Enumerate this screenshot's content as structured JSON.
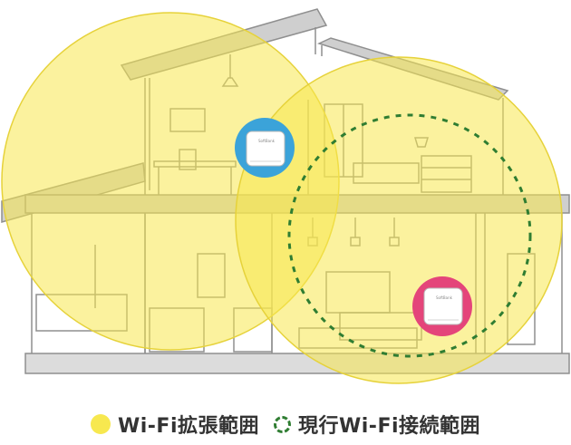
{
  "diagram": {
    "device_blue": {
      "brand": "SoftBank",
      "color": "#3ba3d9",
      "icon": "wifi-extender-icon"
    },
    "device_pink": {
      "brand": "SoftBank",
      "color": "#e4457a",
      "icon": "wifi-router-icon"
    }
  },
  "legend": {
    "extended": {
      "label": "Wi-Fi拡張範囲",
      "color": "#f7e84f"
    },
    "current": {
      "label": "現行Wi-Fi接続範囲",
      "color": "#2f7d32"
    }
  }
}
